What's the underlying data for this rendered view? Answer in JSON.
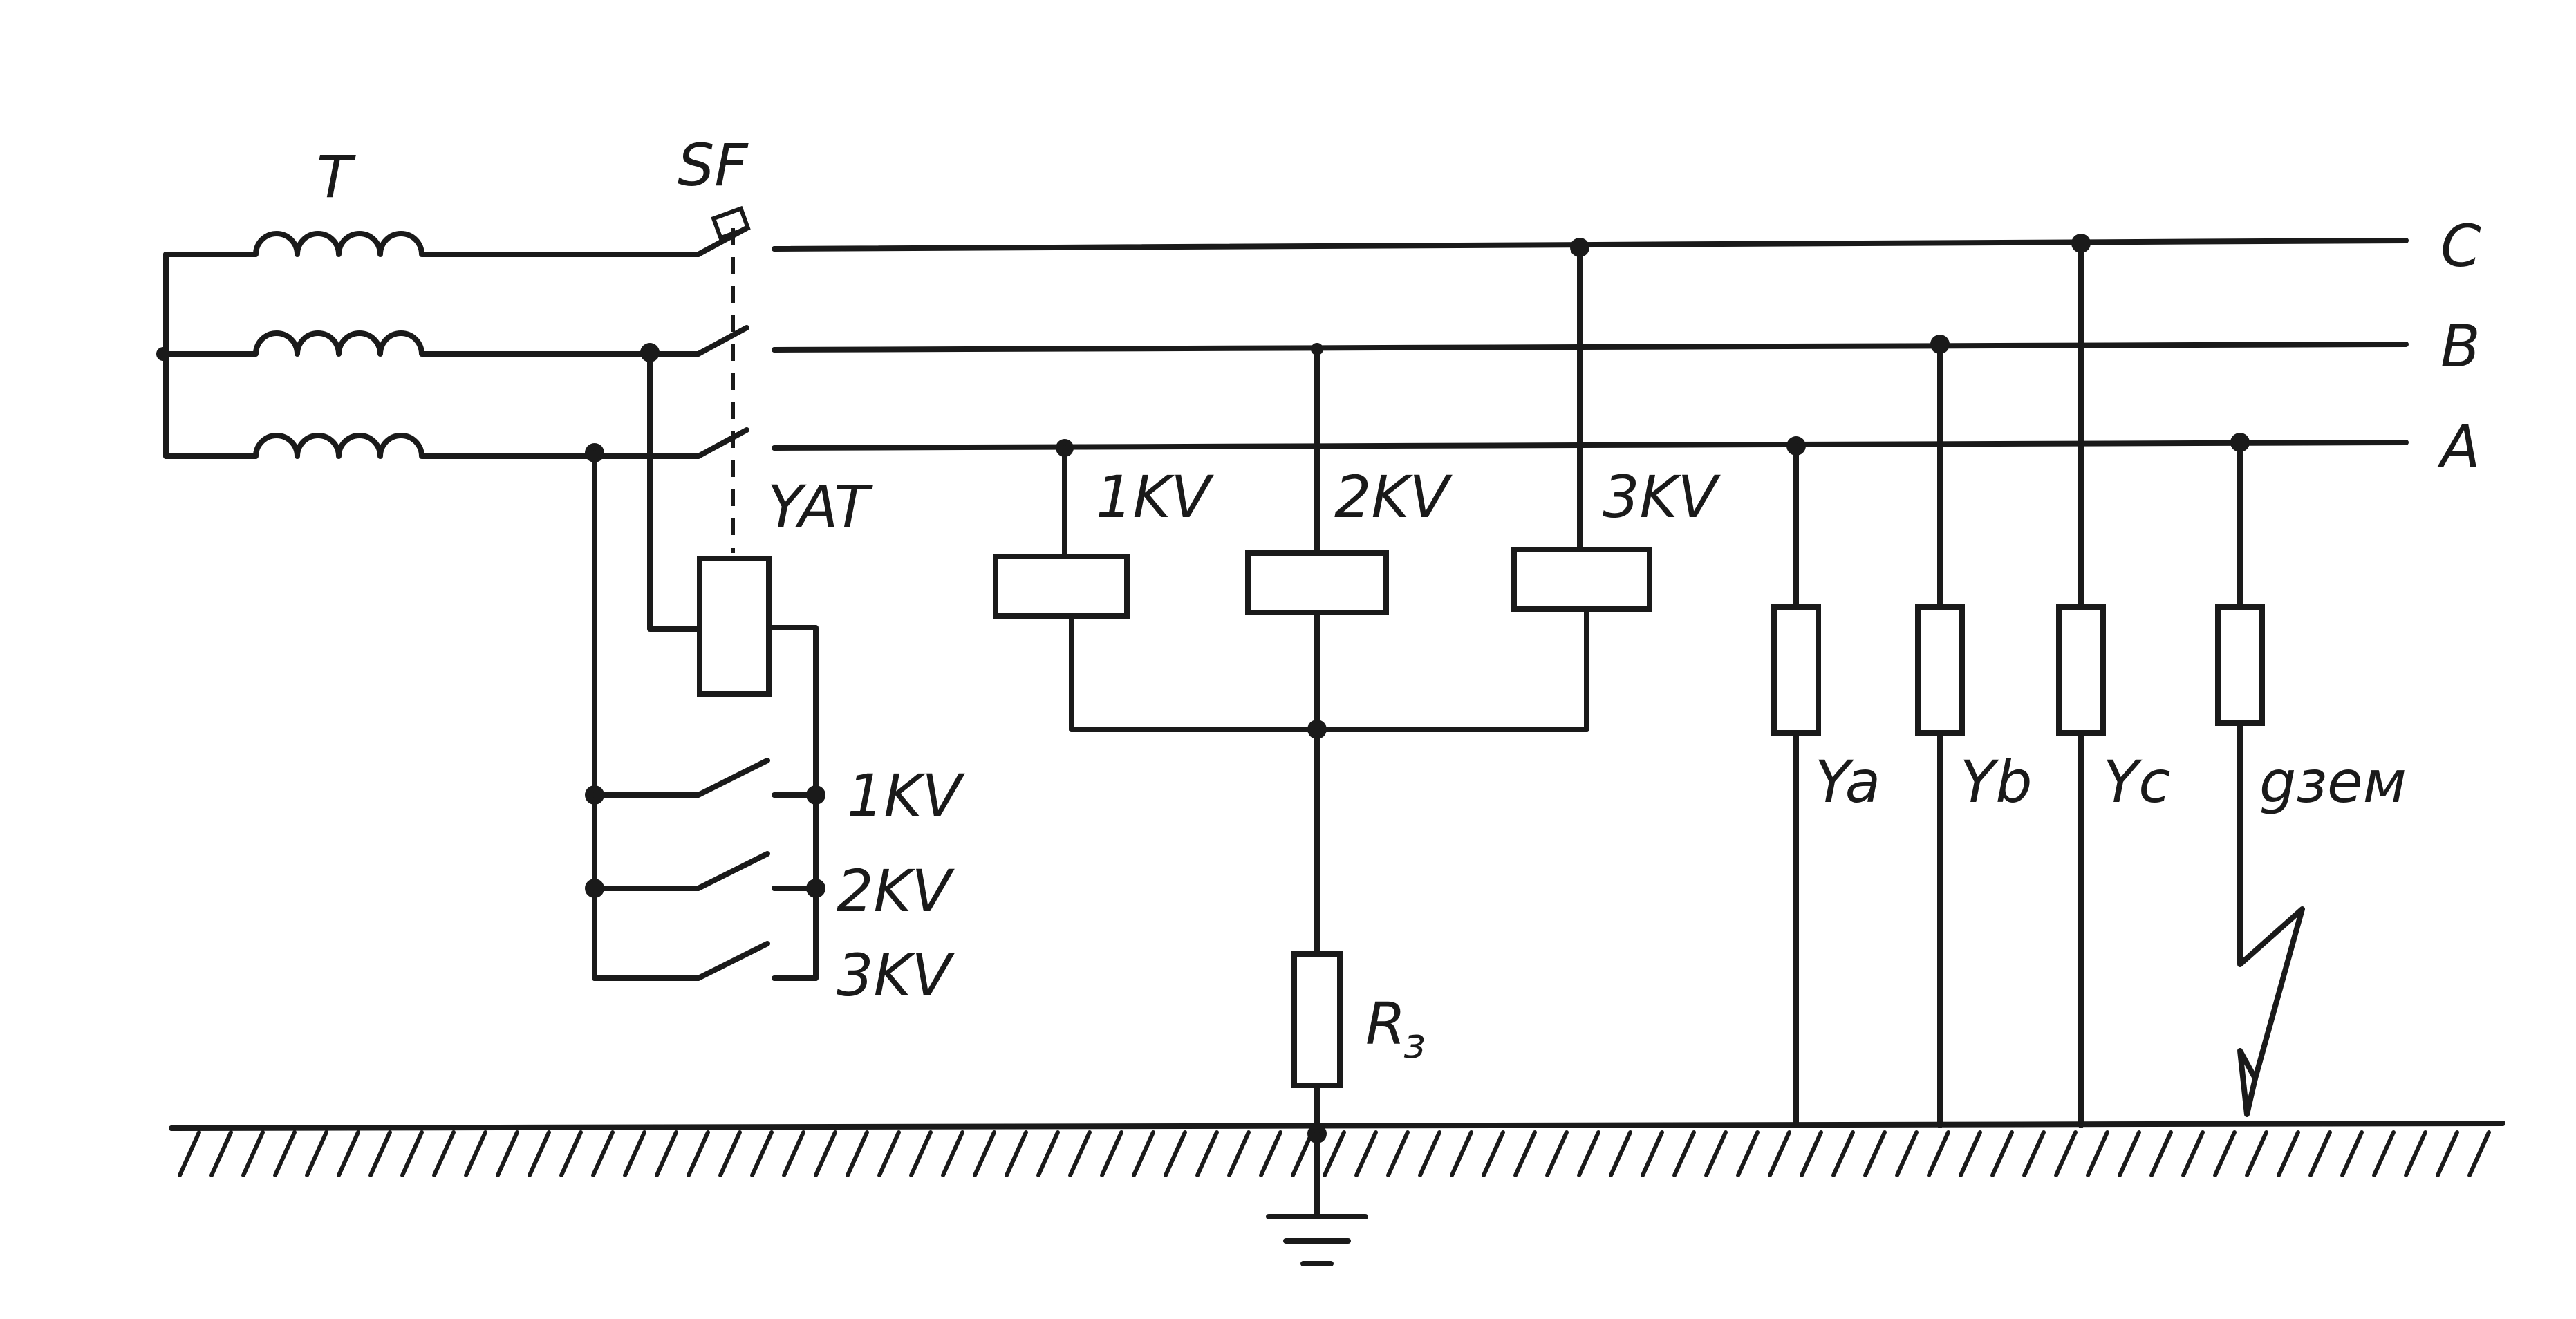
{
  "labels": {
    "transformer": "T",
    "breaker": "SF",
    "trip_coil": "YAT",
    "phase_c": "C",
    "phase_b": "B",
    "phase_a": "A",
    "relay_1": "1KV",
    "relay_2": "2KV",
    "relay_3": "3KV",
    "contact_1": "1KV",
    "contact_2": "2KV",
    "contact_3": "3KV",
    "ground_resistor": "R",
    "ground_resistor_sub": "з",
    "admittance_a": "Ya",
    "admittance_b": "Yb",
    "admittance_c": "Yc",
    "ground_fault": "gзем"
  },
  "colors": {
    "ink": "#1a1a1a",
    "paper": "#ffffff"
  }
}
